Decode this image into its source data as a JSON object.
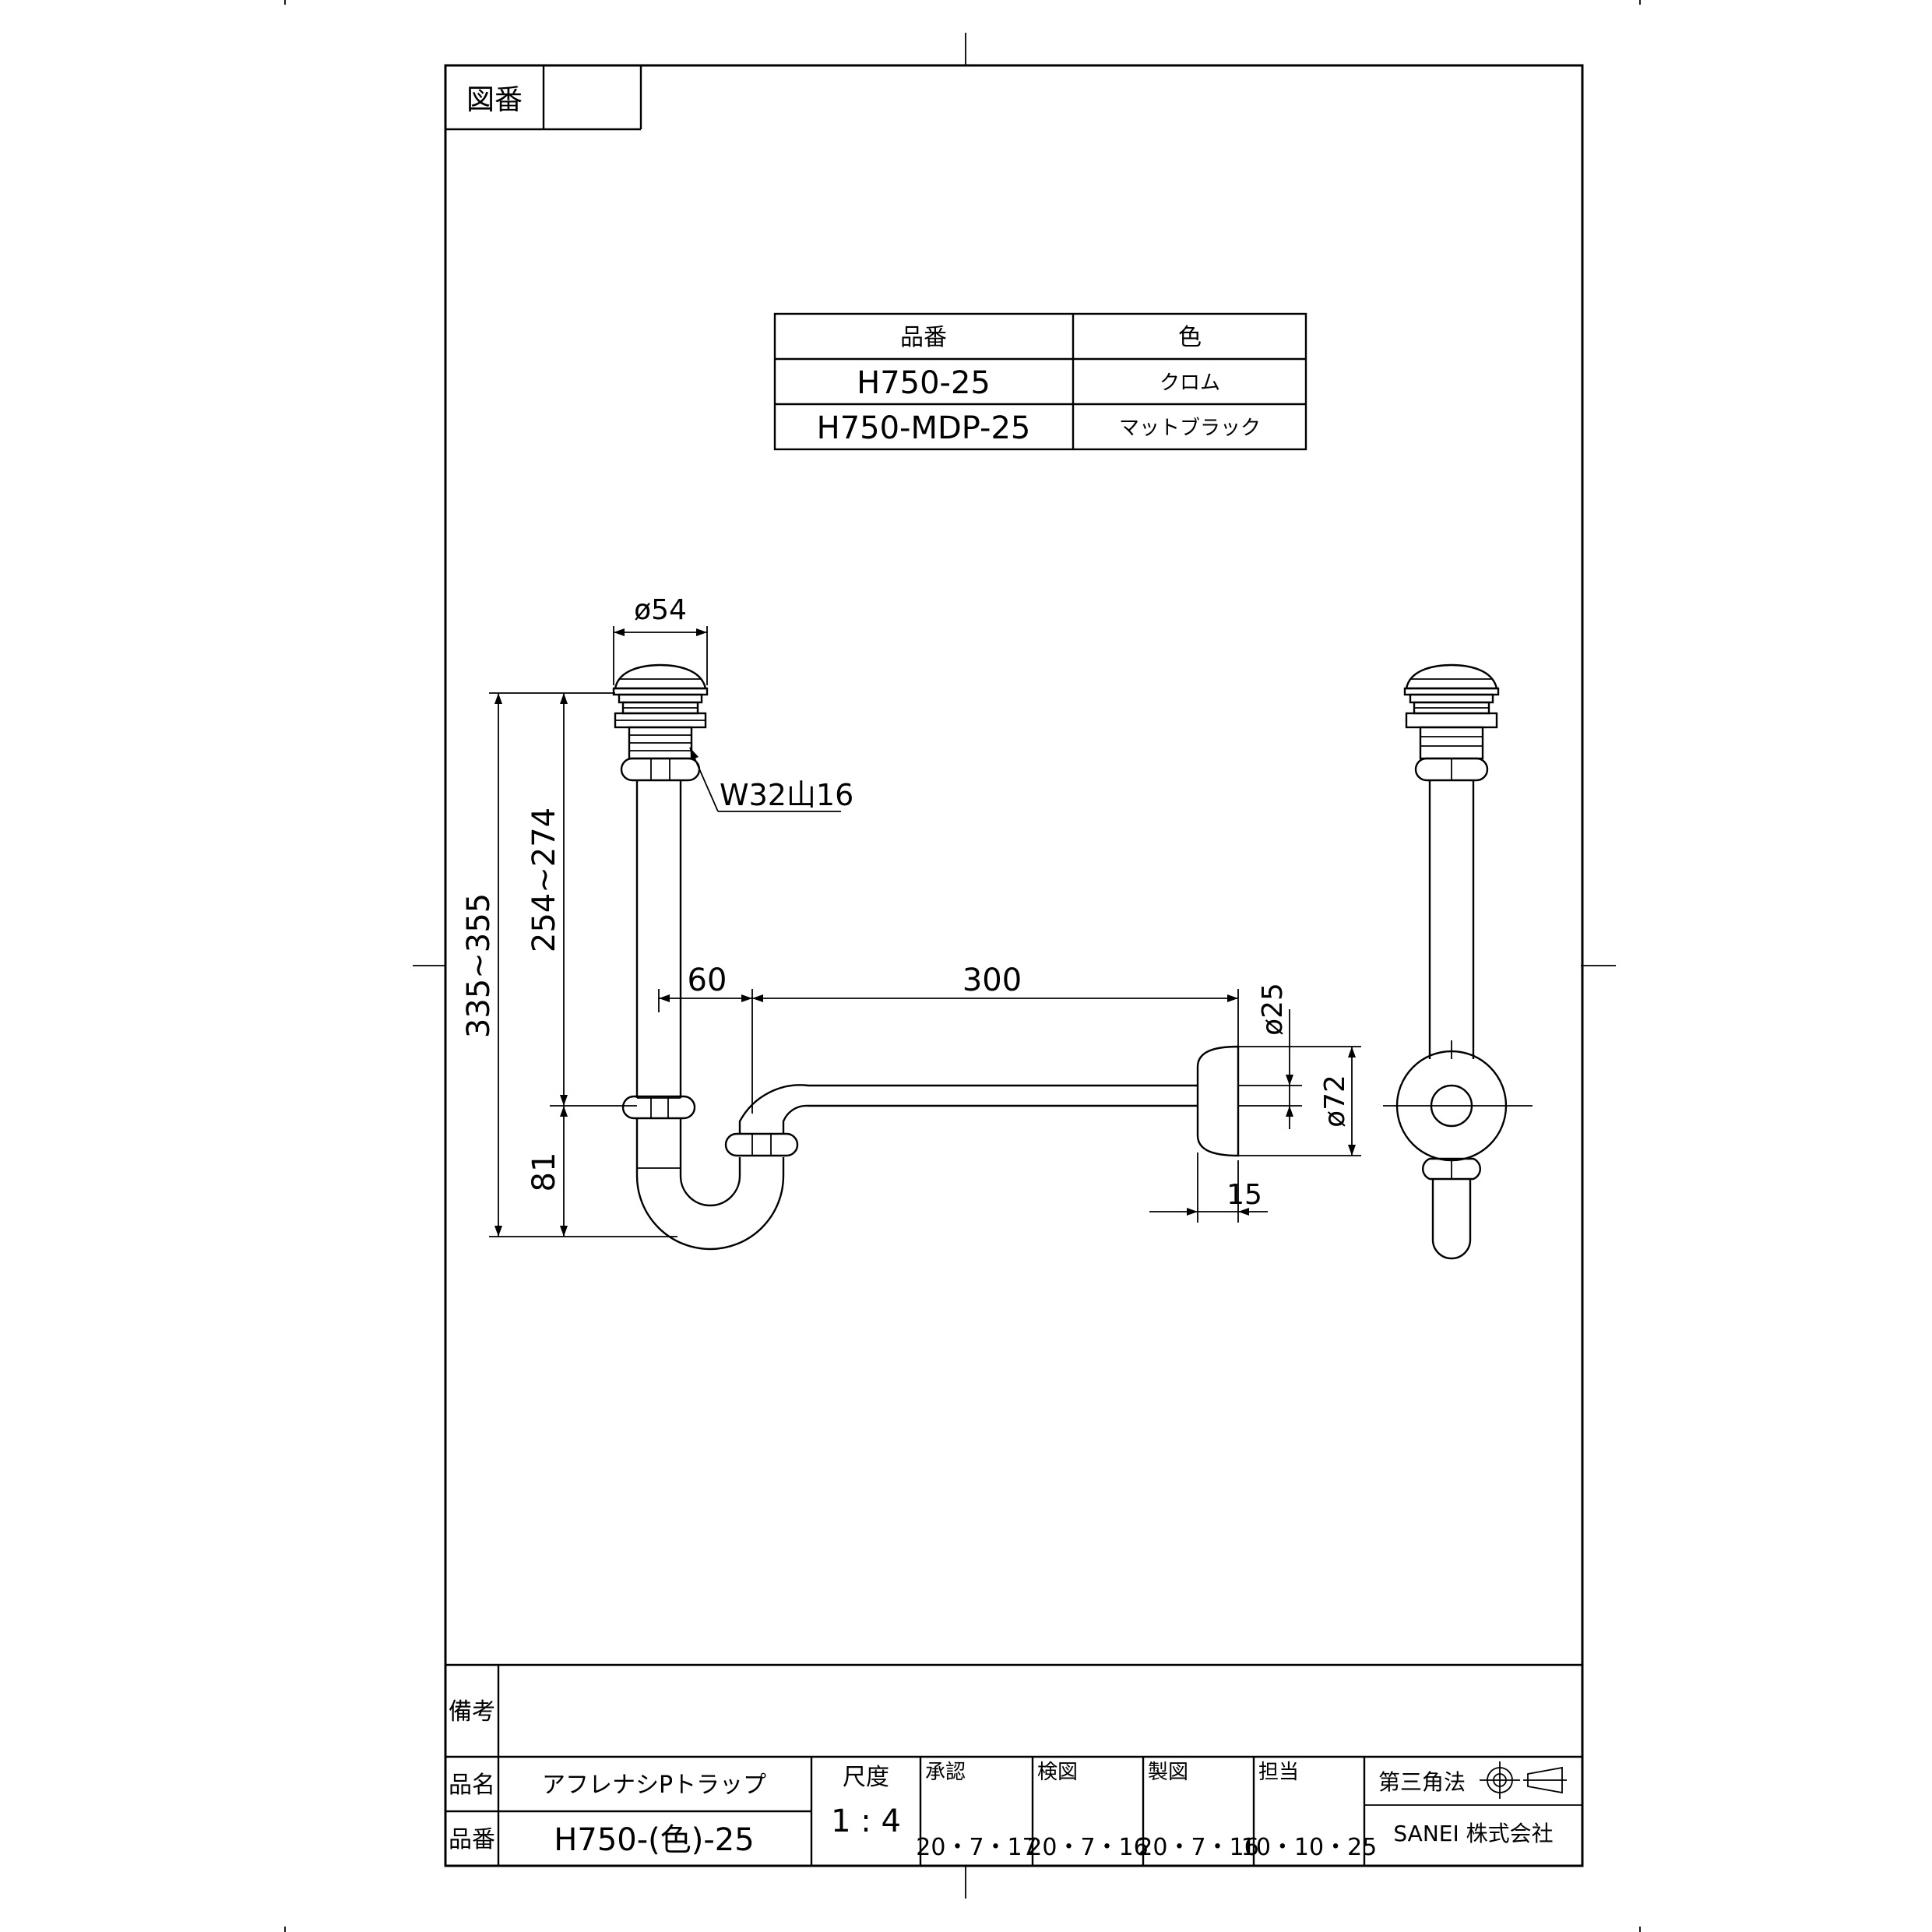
{
  "drawing_number": {
    "label": "図番",
    "value": ""
  },
  "product_table": {
    "headers": [
      "品番",
      "色"
    ],
    "rows": [
      [
        "H750-25",
        "クロム"
      ],
      [
        "H750-MDP-25",
        "マットブラック"
      ]
    ]
  },
  "dimensions": {
    "d_top": "ø54",
    "thread": "W32山16",
    "h_total": "335~355",
    "h_upper": "254~274",
    "h_lower": "81",
    "w_offset": "60",
    "w_length": "300",
    "d_pipe": "ø25",
    "d_flange": "ø72",
    "flange_depth": "15"
  },
  "remarks": {
    "label": "備考",
    "value": ""
  },
  "title_block": {
    "name_label": "品名",
    "name_value": "アフレナシPトラップ",
    "number_label": "品番",
    "number_value": "H750-(色)-25",
    "scale_label": "尺度",
    "scale_value": "1 : 4",
    "approval_label": "承認",
    "approval_date": "20・7・17",
    "check_label": "検図",
    "check_date": "20・7・16",
    "drawing_label": "製図",
    "drawing_date": "20・7・16",
    "charge_label": "担当",
    "charge_date": "10・10・25",
    "projection_label": "第三角法",
    "company": "SANEI 株式会社"
  }
}
